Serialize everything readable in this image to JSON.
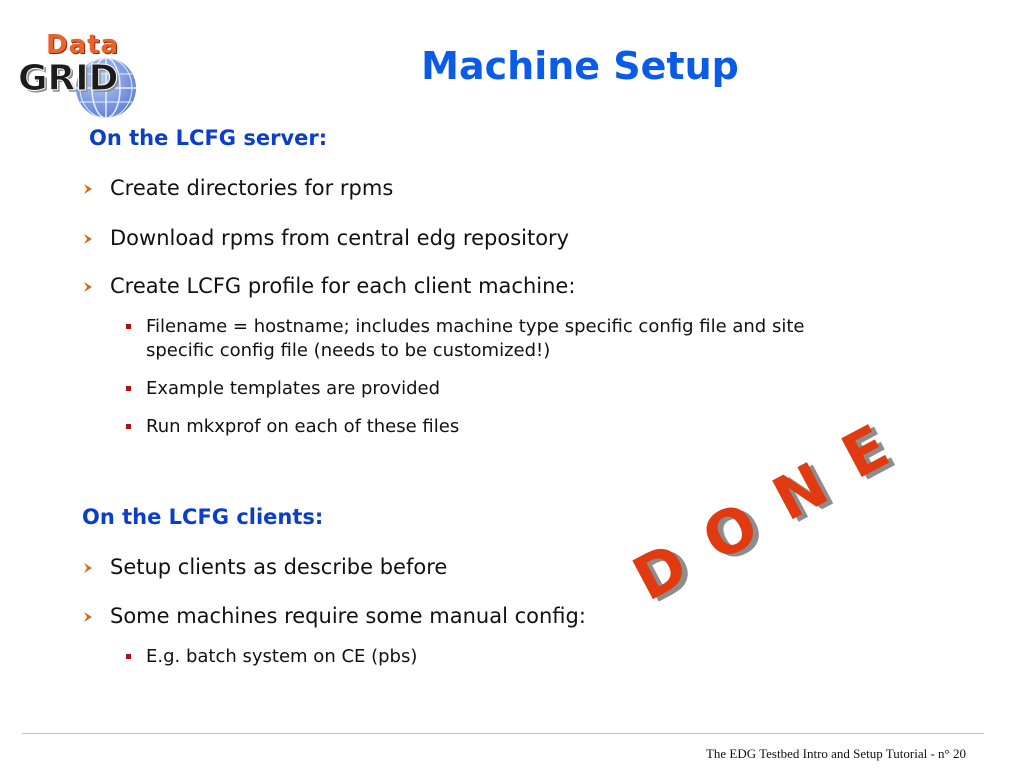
{
  "logo": {
    "data_text": "Data",
    "grid_text": "GRID"
  },
  "title": "Machine Setup",
  "server": {
    "heading": "On the LCFG server:",
    "bullets": [
      "Create directories for rpms",
      "Download rpms from central edg repository",
      "Create LCFG profile for each client machine:"
    ],
    "subs": [
      "Filename = hostname; includes machine type specific config file and site",
      "specific config file (needs to be customized!)",
      "Example templates are provided",
      "Run mkxprof on each of these files"
    ]
  },
  "clients": {
    "heading": "On the LCFG clients:",
    "bullets": [
      "Setup clients as describe before",
      "Some machines require some manual config:"
    ],
    "subs": [
      "E.g. batch system on CE (pbs)"
    ]
  },
  "stamp": {
    "letters": [
      "D",
      "O",
      "N",
      "E"
    ],
    "color": "#e23a10",
    "shadow": "#8d8d8d"
  },
  "footer": "The EDG Testbed Intro and Setup Tutorial - n° 20"
}
